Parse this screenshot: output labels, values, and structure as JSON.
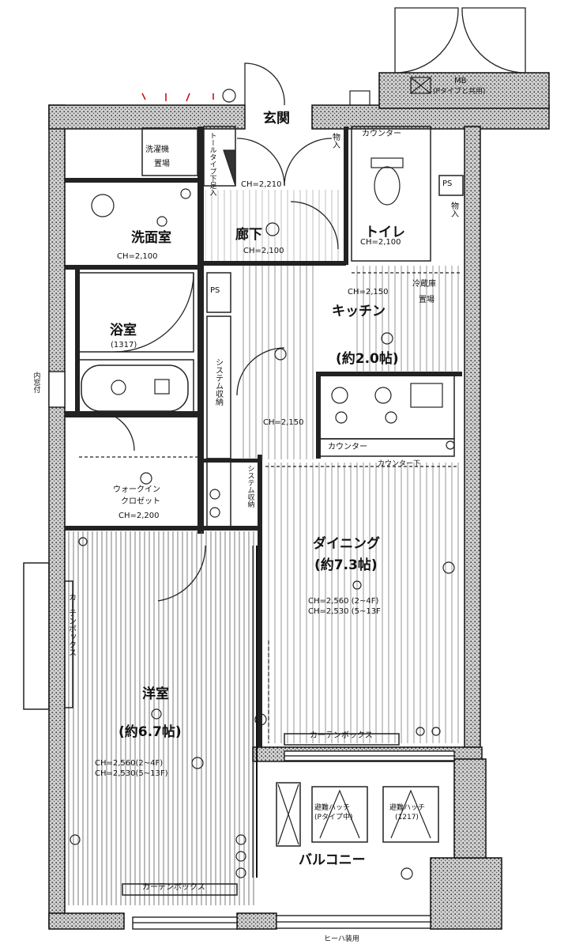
{
  "rooms": {
    "entrance": "玄関",
    "washroom": "洗面室",
    "washroom_ch": "CH=2,100",
    "bath": "浴室",
    "bath_size": "(1317)",
    "hallway": "廊下",
    "hallway_ch": "CH=2,100",
    "hallway_ch2": "CH=2,150",
    "entry_ch": "CH=2,210",
    "toilet": "トイレ",
    "toilet_ch": "CH=2,100",
    "kitchen": "キッチン",
    "kitchen_size": "(約2.0帖)",
    "kitchen_ch": "CH=2,150",
    "dining": "ダイニング",
    "dining_size": "(約7.3帖)",
    "dining_ch1": "CH=2,560 (2~4F)",
    "dining_ch2": "CH=2,530 (5~13F",
    "bedroom": "洋室",
    "bedroom_size": "(約6.7帖)",
    "bedroom_ch1": "CH=2,560(2~4F)",
    "bedroom_ch2": "CH=2,530(5~13F)",
    "walkin": "ウォークイン",
    "walkin2": "クロゼット",
    "walkin_ch": "CH=2,200",
    "balcony": "バルコニー"
  },
  "fixtures": {
    "counter_toilet": "カウンター",
    "counter_kitchen": "カウンター",
    "counter_under": "カウンター下",
    "ps1": "PS",
    "ps2": "PS",
    "washer": "洗濯機",
    "washer2": "置場",
    "fridge": "冷蔵庫",
    "fridge2": "置場",
    "storage": "物入",
    "storage2": "物入",
    "system_storage": "システム収納",
    "tall_storage": "トールタイプ下足入",
    "system_storage2": "システム収納",
    "curtain_box1": "カーテンボックス",
    "curtain_box2": "カーテンボックス",
    "curtain_box3": "カーテンボックス",
    "mb": "MB",
    "mb_note": "(Pタイプと共用)",
    "inside_window": "内窓付",
    "hatch1": "避難ハッチ",
    "hatch1_note": "(Pタイプ中)",
    "hatch2": "避難ハッチ",
    "hatch2_note": "(1217)",
    "balcony_bottom": "ヒーハ装用"
  }
}
